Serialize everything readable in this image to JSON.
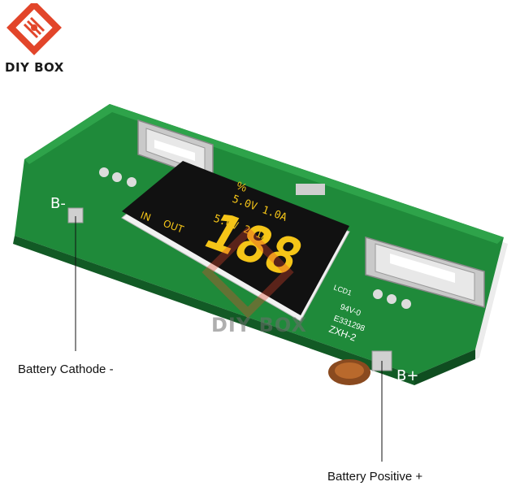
{
  "brand": {
    "logo_text": "DIY BOX",
    "logo_color": "#e2452a",
    "watermark_text": "DIY BOX"
  },
  "board": {
    "pcb_color": "#1f8a3a",
    "display_lines": {
      "line1": "5.0V 1.0A",
      "line2": "5.0V 2.1A",
      "in_label": "IN",
      "out_label": "OUT",
      "percent": "%",
      "digits": "188"
    },
    "silkscreen": {
      "b_minus": "B-",
      "b_plus": "B+",
      "lcd": "LCD1",
      "rating": "94V-0",
      "code": "E331298",
      "model": "ZXH-2"
    }
  },
  "callouts": {
    "cathode": "Battery Cathode -",
    "positive": "Battery Positive +"
  }
}
